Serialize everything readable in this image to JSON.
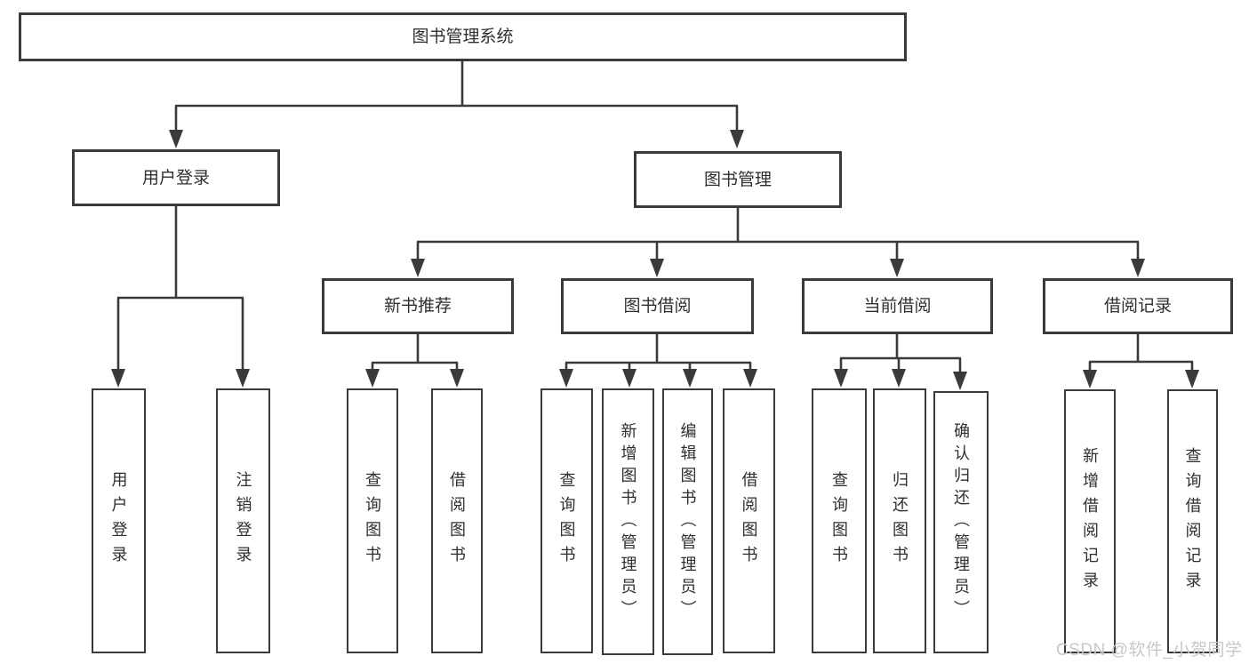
{
  "colors": {
    "line": "#3a3a3c",
    "text": "#2f2f31",
    "watermark": "#c8c8c8",
    "bg": "#ffffff"
  },
  "watermark": {
    "text": "CSDN @软件_小贺同学"
  },
  "tree": {
    "root": {
      "label": "图书管理系统"
    },
    "branches": [
      {
        "label": "用户登录",
        "children": [
          {
            "label": "用户登录"
          },
          {
            "label": "注销登录"
          }
        ]
      },
      {
        "label": "图书管理",
        "children": [
          {
            "label": "新书推荐",
            "children": [
              {
                "label": "查询图书"
              },
              {
                "label": "借阅图书"
              }
            ]
          },
          {
            "label": "图书借阅",
            "children": [
              {
                "label": "查询图书"
              },
              {
                "label": "新增图书（管理员）"
              },
              {
                "label": "编辑图书（管理员）"
              },
              {
                "label": "借阅图书"
              }
            ]
          },
          {
            "label": "当前借阅",
            "children": [
              {
                "label": "查询图书"
              },
              {
                "label": "归还图书"
              },
              {
                "label": "确认归还（管理员）"
              }
            ]
          },
          {
            "label": "借阅记录",
            "children": [
              {
                "label": "新增借阅记录"
              },
              {
                "label": "查询借阅记录"
              }
            ]
          }
        ]
      }
    ]
  }
}
